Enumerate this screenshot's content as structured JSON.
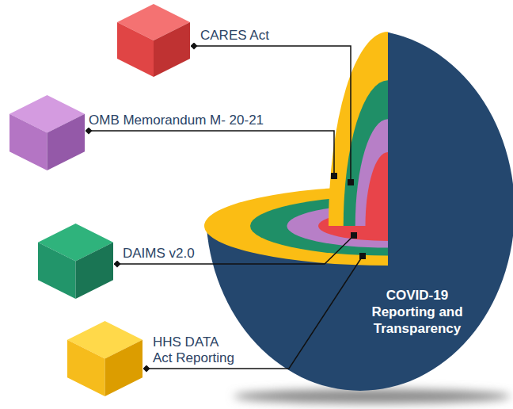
{
  "diagram": {
    "nodes": [
      {
        "text": [
          "CARES Act"
        ]
      },
      {
        "text": [
          "OMB Memorandum M- 20-21"
        ]
      },
      {
        "text": [
          "DAIMS v2.0"
        ]
      },
      {
        "text": [
          "HHS DATA Act Reporting"
        ]
      },
      {
        "text": [
          "COVID-19 Reporting and Transparency"
        ]
      }
    ],
    "edges": [
      {
        "from": 0,
        "to": 4,
        "arrow": "none"
      },
      {
        "from": 1,
        "to": 4,
        "arrow": "none"
      },
      {
        "from": 2,
        "to": 4,
        "arrow": "none"
      },
      {
        "from": 3,
        "to": 4,
        "arrow": "none"
      }
    ]
  }
}
